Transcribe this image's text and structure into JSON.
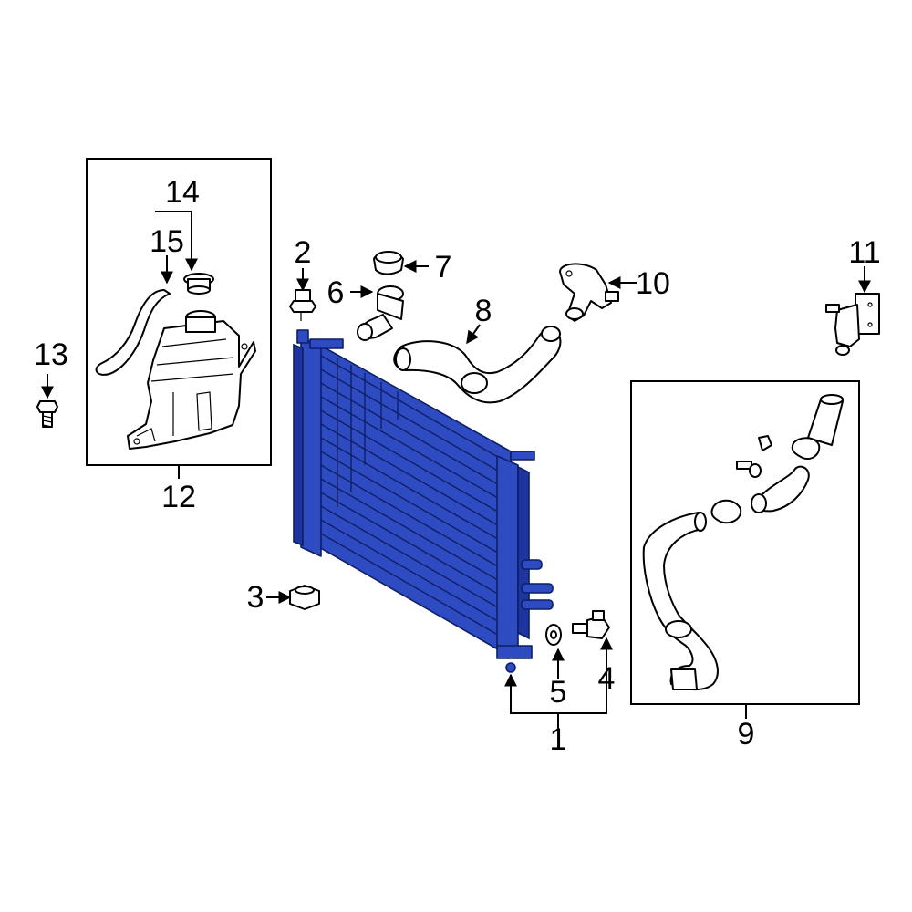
{
  "diagram": {
    "labels": {
      "l1": "1",
      "l2": "2",
      "l3": "3",
      "l4": "4",
      "l5": "5",
      "l6": "6",
      "l7": "7",
      "l8": "8",
      "l9": "9",
      "l10": "10",
      "l11": "11",
      "l12": "12",
      "l13": "13",
      "l14": "14",
      "l15": "15"
    },
    "colors": {
      "highlight_part": "#2f4bc2",
      "highlight_outline": "#0d1f66",
      "line_art": "#000000",
      "background": "#ffffff"
    }
  }
}
